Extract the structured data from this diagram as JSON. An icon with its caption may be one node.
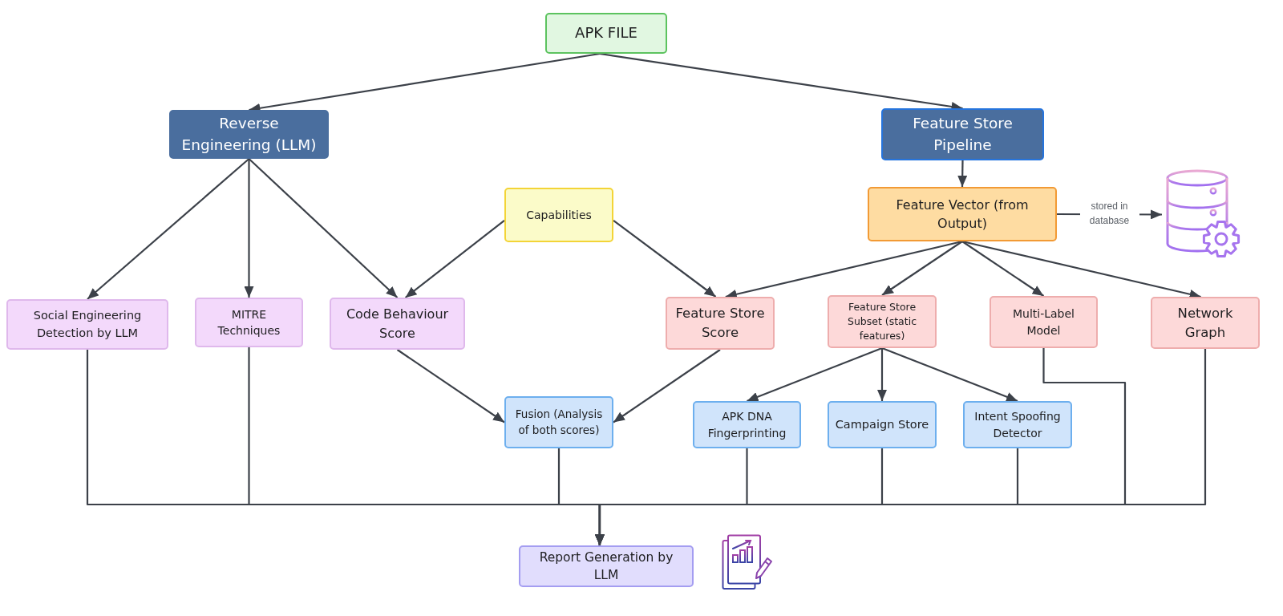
{
  "diagram": {
    "nodes": [
      {
        "text": [
          "APK FILE"
        ]
      },
      {
        "text": [
          "Reverse Engineering (LLM)"
        ]
      },
      {
        "text": [
          "Feature Store Pipeline"
        ]
      },
      {
        "text": [
          "Capabilities"
        ]
      },
      {
        "text": [
          "Feature Vector (from Output)"
        ]
      },
      {
        "text": [],
        "shape": "cylinder"
      },
      {
        "text": [
          "Social Engineering Detection by LLM"
        ]
      },
      {
        "text": [
          "MITRE Techniques"
        ]
      },
      {
        "text": [
          "Code Behaviour Score"
        ]
      },
      {
        "text": [
          "Feature Store Score"
        ]
      },
      {
        "text": [
          "Feature Store Subset (static features)"
        ]
      },
      {
        "text": [
          "Multi-Label Model"
        ]
      },
      {
        "text": [
          "Network Graph"
        ]
      },
      {
        "text": [
          "Fusion (Analysis of both scores)"
        ]
      },
      {
        "text": [
          "APK DNA Fingerprinting"
        ]
      },
      {
        "text": [
          "Campaign Store"
        ]
      },
      {
        "text": [
          "Intent Spoofing Detector"
        ]
      },
      {
        "text": [
          "Report Generation by LLM"
        ]
      }
    ],
    "edges": [
      {
        "from": 0,
        "to": 1,
        "arrow": "to"
      },
      {
        "from": 0,
        "to": 2,
        "arrow": "to"
      },
      {
        "from": 1,
        "to": 6,
        "arrow": "to"
      },
      {
        "from": 1,
        "to": 7,
        "arrow": "to"
      },
      {
        "from": 1,
        "to": 8,
        "arrow": "to"
      },
      {
        "from": 3,
        "to": 8,
        "arrow": "to"
      },
      {
        "from": 3,
        "to": 9,
        "arrow": "to"
      },
      {
        "from": 2,
        "to": 4,
        "arrow": "to"
      },
      {
        "from": 4,
        "to": 5,
        "arrow": "to",
        "label": "stored in database"
      },
      {
        "from": 4,
        "to": 9,
        "arrow": "to"
      },
      {
        "from": 4,
        "to": 10,
        "arrow": "to"
      },
      {
        "from": 4,
        "to": 11,
        "arrow": "to"
      },
      {
        "from": 4,
        "to": 12,
        "arrow": "to"
      },
      {
        "from": 8,
        "to": 13,
        "arrow": "to"
      },
      {
        "from": 9,
        "to": 13,
        "arrow": "to"
      },
      {
        "from": 10,
        "to": 14,
        "arrow": "to"
      },
      {
        "from": 10,
        "to": 15,
        "arrow": "to"
      },
      {
        "from": 10,
        "to": 16,
        "arrow": "to"
      },
      {
        "from": 6,
        "to": 17,
        "arrow": "to"
      },
      {
        "from": 7,
        "to": 17,
        "arrow": "to"
      },
      {
        "from": 13,
        "to": 17,
        "arrow": "to"
      },
      {
        "from": 14,
        "to": 17,
        "arrow": "to"
      },
      {
        "from": 15,
        "to": 17,
        "arrow": "to"
      },
      {
        "from": 16,
        "to": 17,
        "arrow": "to"
      },
      {
        "from": 11,
        "to": 17,
        "arrow": "to"
      },
      {
        "from": 12,
        "to": 17,
        "arrow": "to"
      }
    ]
  }
}
